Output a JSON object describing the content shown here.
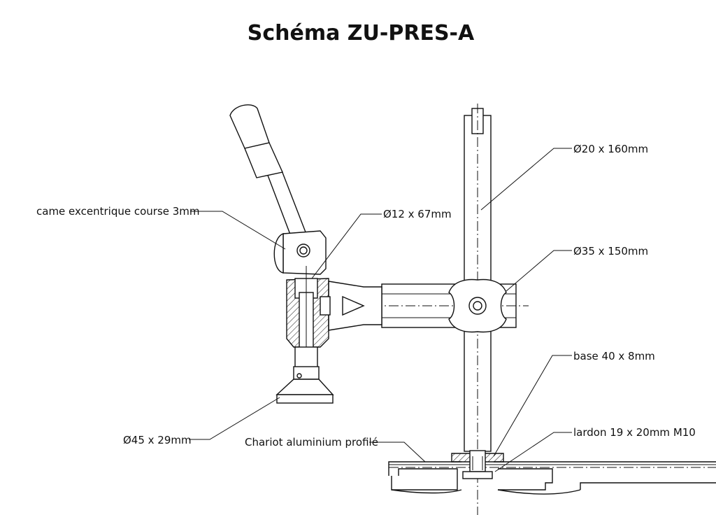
{
  "title": "Schéma ZU-PRES-A",
  "labels": {
    "cam": "came excentrique course 3mm",
    "pin": "Ø12 x 67mm",
    "rod": "Ø20 x 160mm",
    "arm": "Ø35 x 150mm",
    "base": "base 40 x 8mm",
    "foot": "Ø45 x 29mm",
    "rail": "Chariot aluminium profilé",
    "gib": "lardon 19 x 20mm M10"
  }
}
